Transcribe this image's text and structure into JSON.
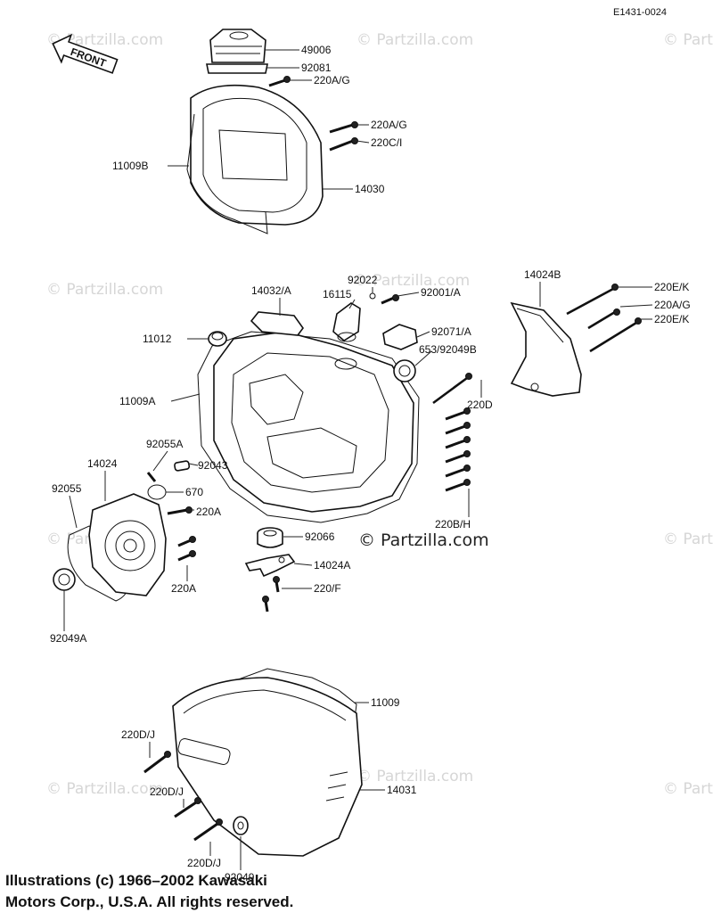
{
  "ref_code": "E1431-0024",
  "front_label": "FRONT",
  "watermark": "© Partzilla.com",
  "copyright": {
    "line1": "Illustrations (c) 1966–2002 Kawasaki",
    "line2": "Motors Corp., U.S.A.  All rights reserved."
  },
  "callouts": {
    "p49006": "49006",
    "p92081": "92081",
    "p220ag_1": "220A/G",
    "p220ag_2": "220A/G",
    "p220ci": "220C/I",
    "p11009b": "11009B",
    "p14030": "14030",
    "p14032a": "14032/A",
    "p92022": "92022",
    "p16115": "16115",
    "p92001a": "92001/A",
    "p14024b": "14024B",
    "p220ek_1": "220E/K",
    "p220ag_3": "220A/G",
    "p220ek_2": "220E/K",
    "p11012": "11012",
    "p92071a": "92071/A",
    "p653": "653/92049B",
    "p11009a": "11009A",
    "p220d": "220D",
    "p92055a": "92055A",
    "p14024": "14024",
    "p92043": "92043",
    "p92055": "92055",
    "p670": "670",
    "p220a_1": "220A",
    "p220bh": "220B/H",
    "p92066": "92066",
    "p14024a": "14024A",
    "p220a_2": "220A",
    "p220f": "220/F",
    "p92049a": "92049A",
    "p11009": "11009",
    "p220dj_1": "220D/J",
    "p14031": "14031",
    "p220dj_2": "220D/J",
    "p220dj_3": "220D/J",
    "p92049": "92049"
  }
}
